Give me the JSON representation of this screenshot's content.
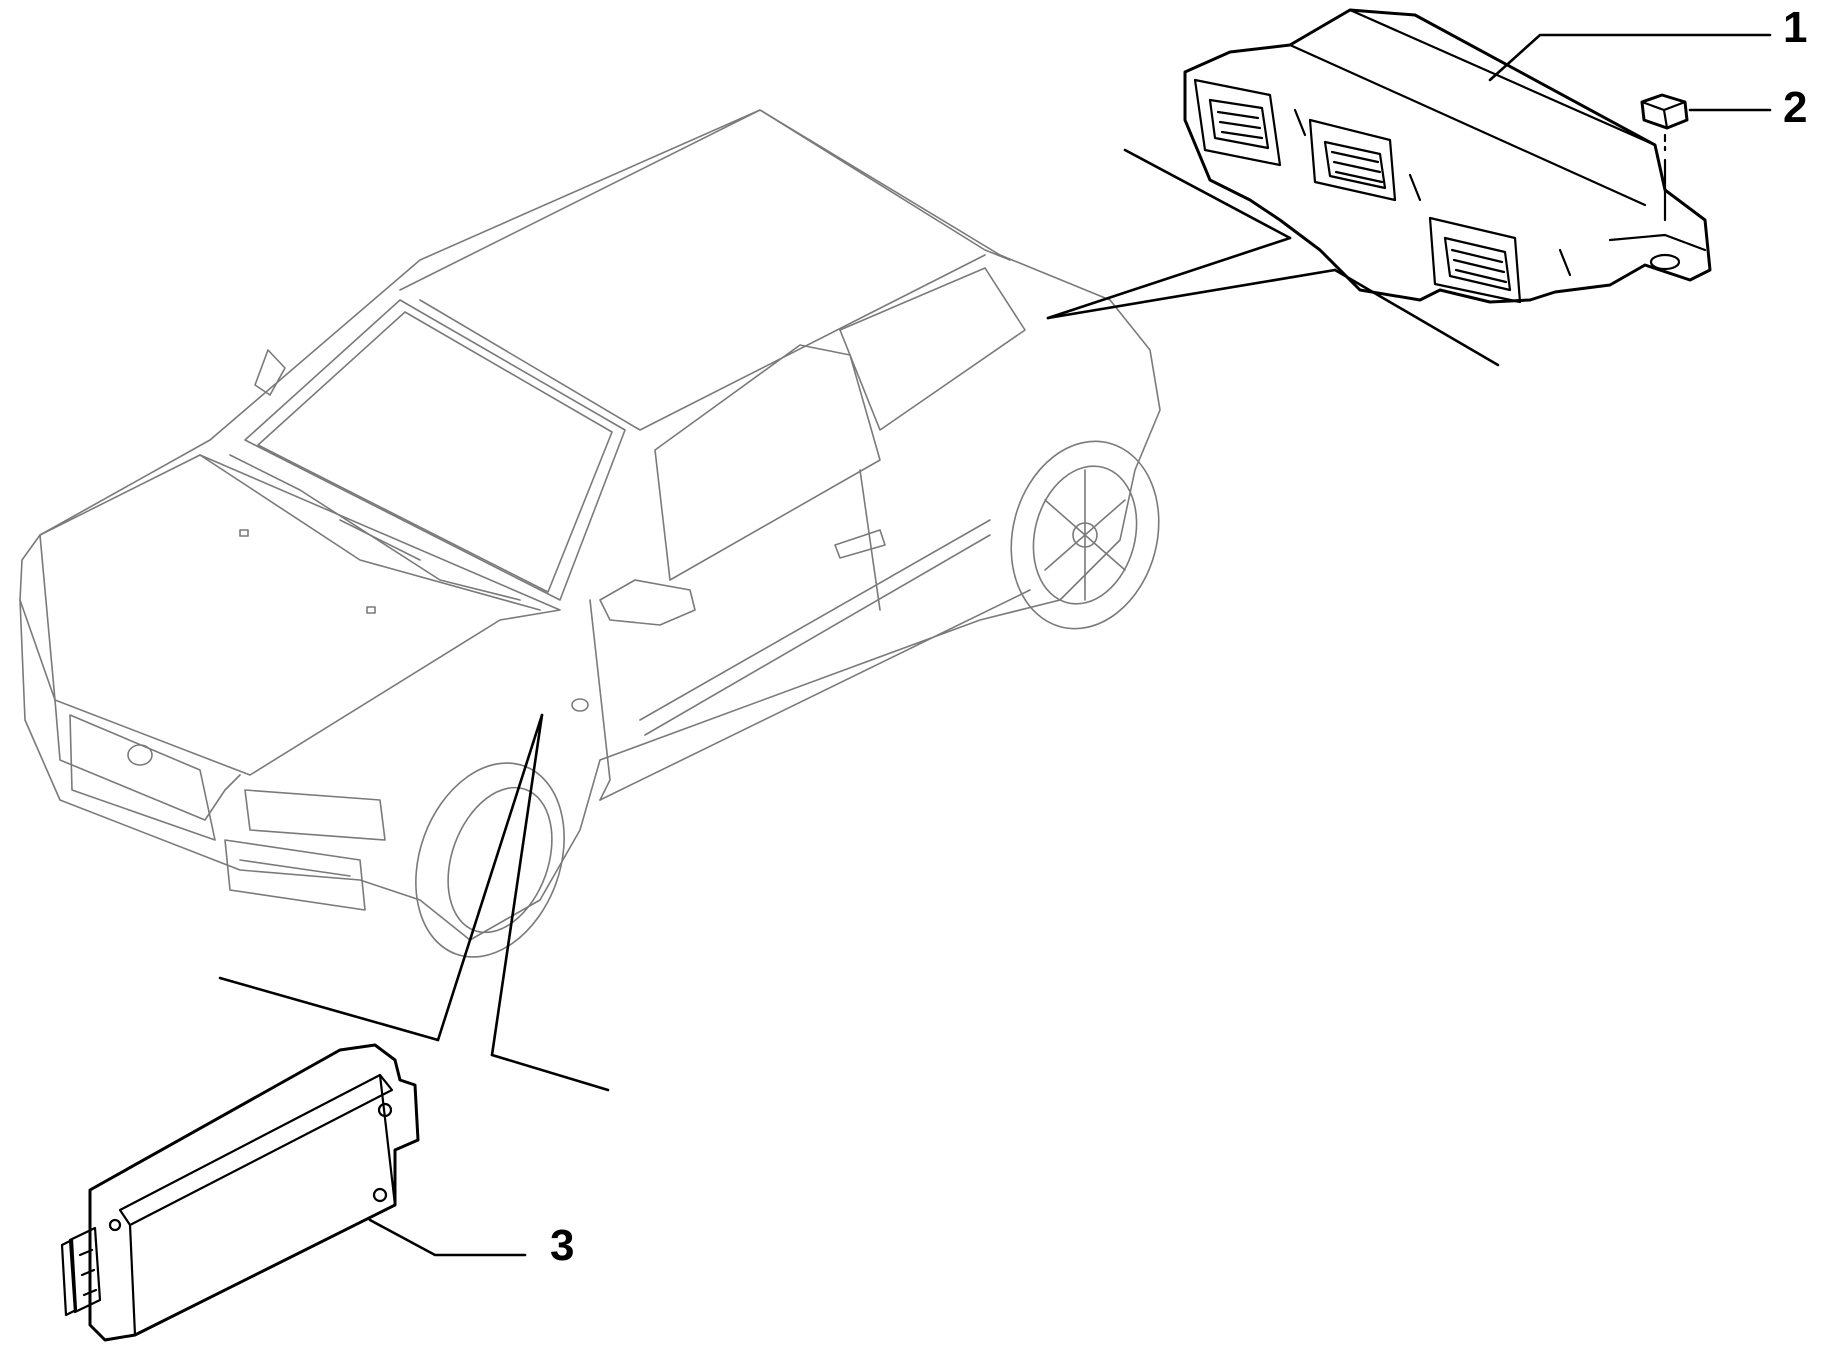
{
  "callouts": [
    {
      "id": "1",
      "label": "1"
    },
    {
      "id": "2",
      "label": "2"
    },
    {
      "id": "3",
      "label": "3"
    }
  ],
  "colors": {
    "background": "#ffffff",
    "line": "#000000",
    "car_outline": "#7a7a7a"
  }
}
